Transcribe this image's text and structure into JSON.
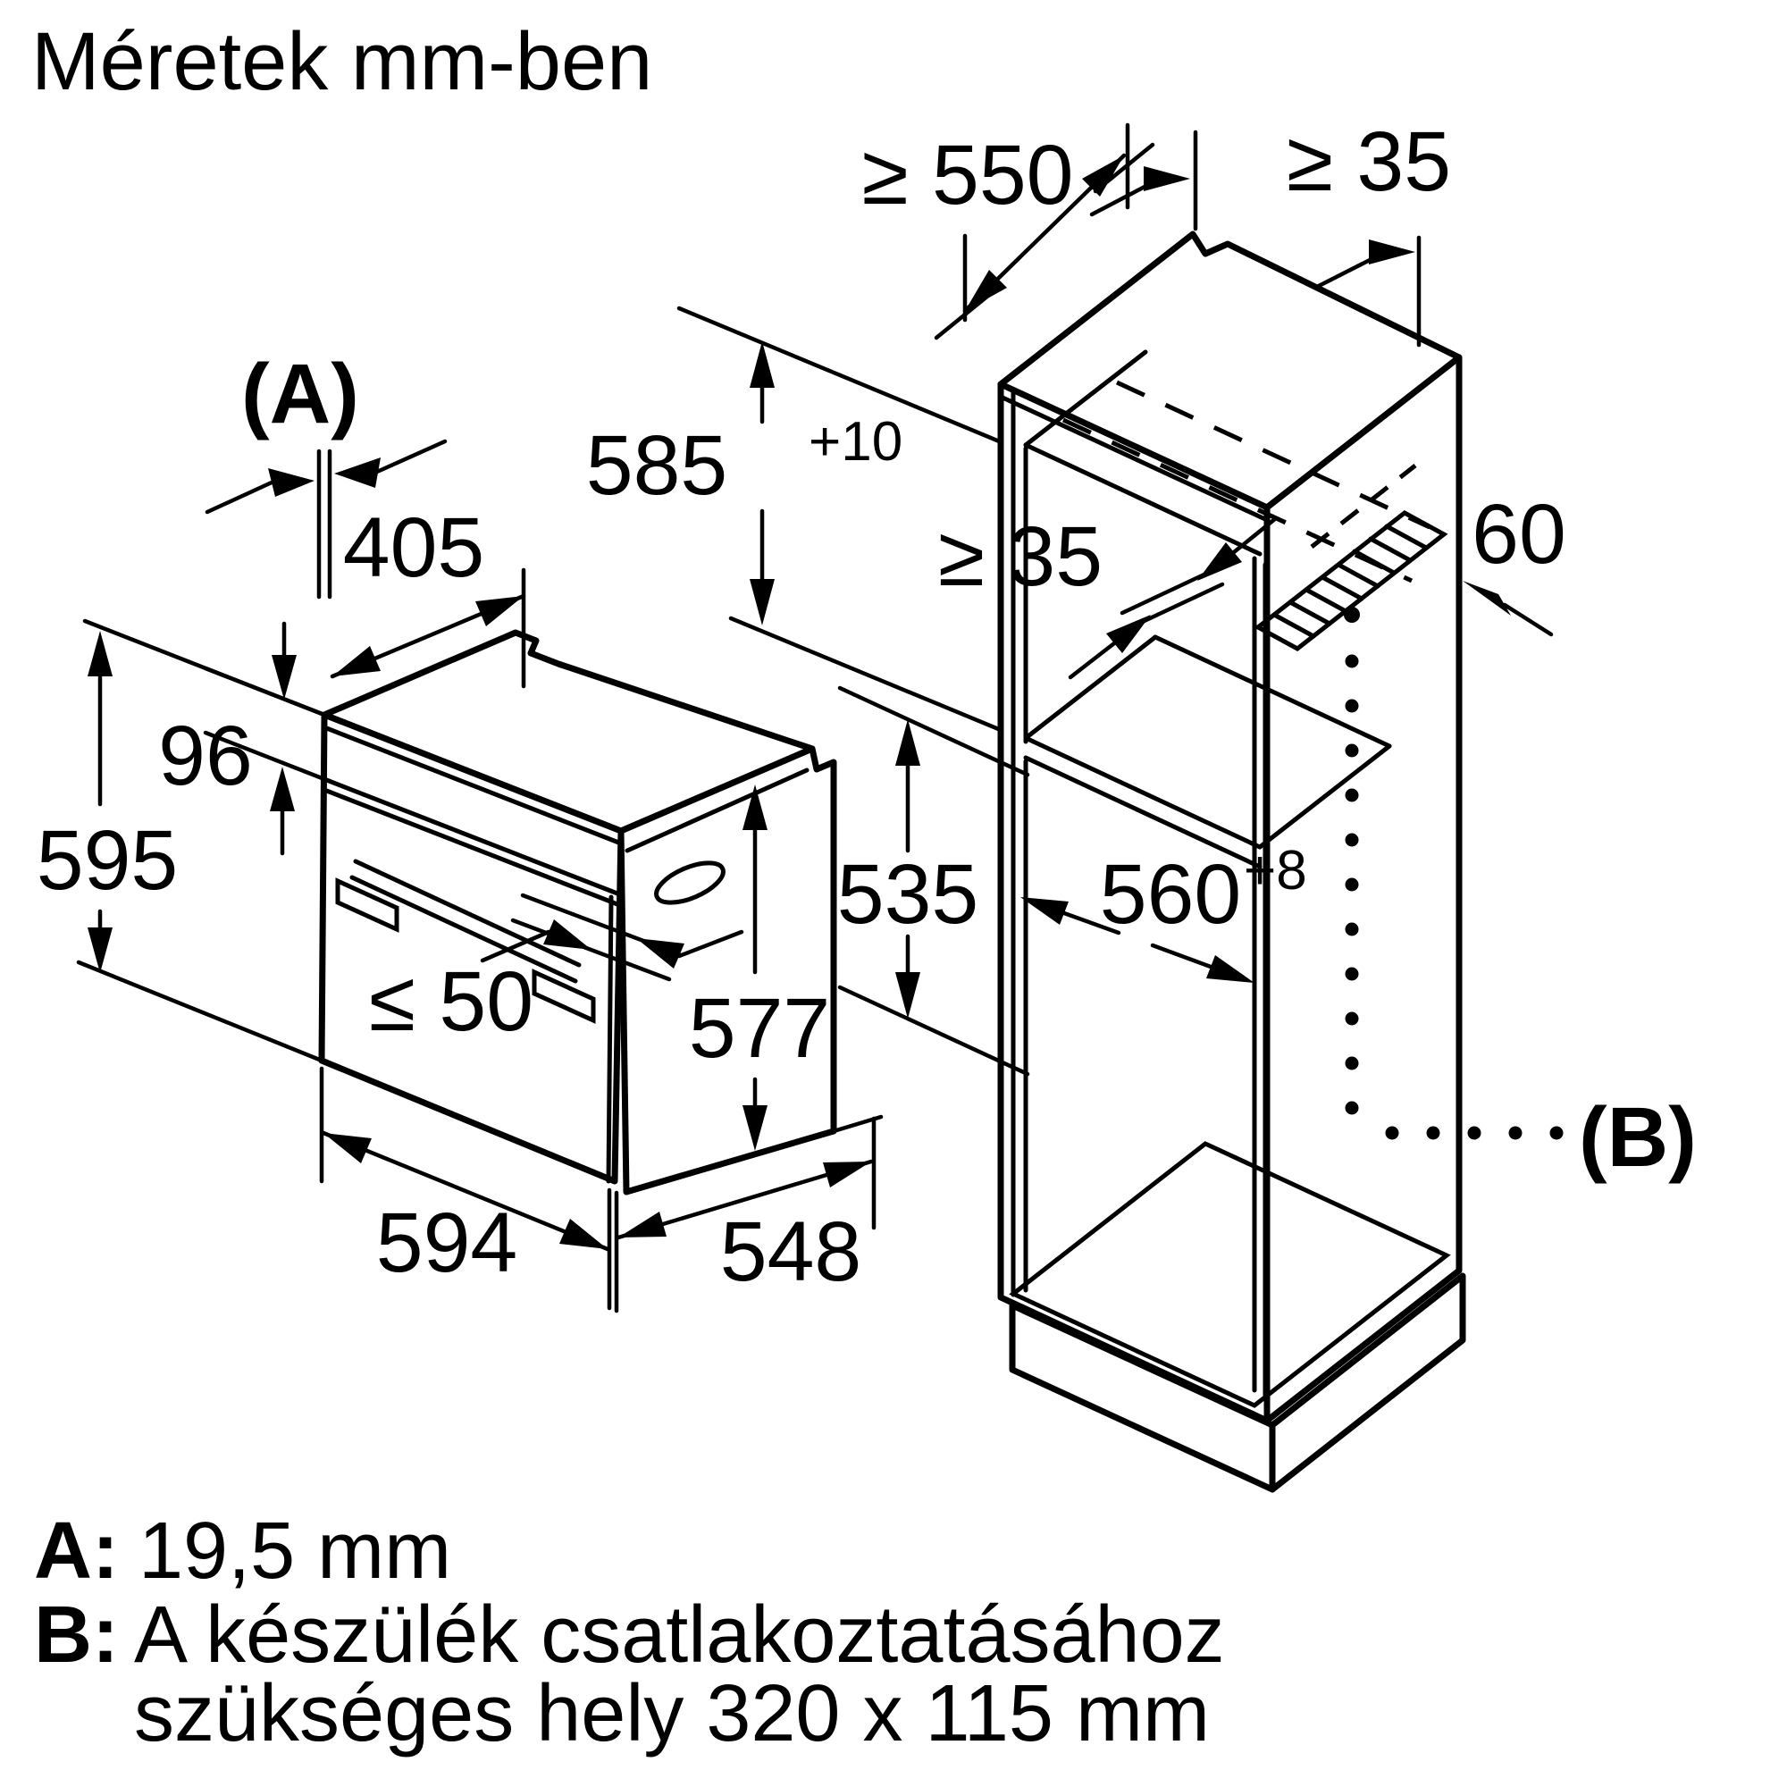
{
  "title": "Méretek mm-ben",
  "colors": {
    "line": "#000000",
    "background": "#ffffff"
  },
  "dimensions": {
    "min_niche_depth": "≥ 550",
    "min_top_back_gap": "≥ 35",
    "niche_height": "585",
    "niche_height_tolerance": "+10",
    "min_shelf_back_gap": "≥ 35",
    "wall_strip_width": "60",
    "label_a": "(A)",
    "oven_top_depth": "405",
    "control_panel_height": "96",
    "oven_front_height": "595",
    "max_door_protrusion": "≤ 50",
    "oven_body_height": "577",
    "oven_width": "594",
    "oven_body_depth": "548",
    "lower_niche_height": "535",
    "niche_width": "560",
    "niche_width_tolerance": "+8",
    "label_b": "(B)"
  },
  "notes": {
    "a_key": "A:",
    "a_value": "19,5 mm",
    "b_key": "B:",
    "b_value_line1": "A készülék csatlakoztatásához",
    "b_value_line2": "szükséges hely 320 x 115 mm"
  }
}
